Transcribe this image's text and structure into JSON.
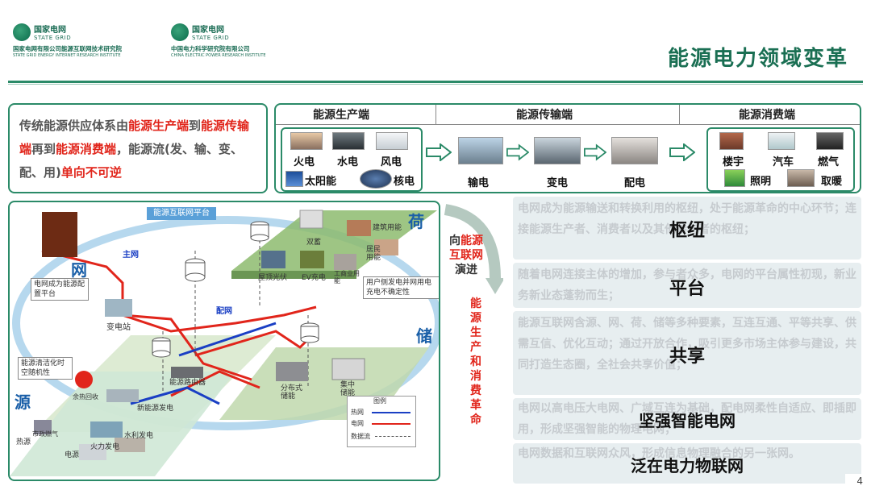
{
  "header": {
    "logo1": {
      "cn": "国家电网",
      "en": "STATE GRID",
      "sub": "国家电网有限公司能源互联网技术研究院",
      "sub_en": "STATE GRID ENERGY INTERNET RESEARCH INSTITUTE"
    },
    "logo2": {
      "cn": "国家电网",
      "en": "STATE GRID",
      "sub": "中国电力科学研究院有限公司",
      "sub_en": "CHINA ELECTRIC POWER RESEARCH INSTITUTE"
    },
    "title": "能源电力领域变革"
  },
  "intro": {
    "p1": "传统能源供应体系由",
    "p2": "能源生产端",
    "p3": "到",
    "p4": "能源传输端",
    "p5": "再到",
    "p6": "能源消费端",
    "p7": "，能源流(发、输、变、配、用)",
    "p8": "单向不可逆"
  },
  "chain": {
    "production": {
      "title": "能源生产端",
      "items": [
        "火电",
        "水电",
        "风电",
        "太阳能",
        "核电"
      ]
    },
    "transmission": {
      "title": "能源传输端",
      "items": [
        "输电",
        "变电",
        "配电"
      ]
    },
    "consumption": {
      "title": "能源消费端",
      "items": [
        "楼宇",
        "汽车",
        "燃气",
        "照明",
        "取暖"
      ]
    }
  },
  "diagram": {
    "platform": "能源互联网平台",
    "labels": {
      "main_grid": "主网",
      "grid": "网",
      "grid_note": "电网成为能源配置平台",
      "substation": "变电站",
      "dist_grid": "配网",
      "load": "荷",
      "dual_storage": "双蓄",
      "building": "建筑用能",
      "residential": "居民用能",
      "industrial": "工商业用能",
      "rooftop_pv": "屋顶光伏",
      "ev": "EV充电",
      "user_note": "用户侧发电并网用电充电不确定性",
      "storage": "储",
      "distributed_storage": "分布式储能",
      "central_storage": "集中储能",
      "router": "能源路由器",
      "source": "源",
      "source_note": "能源清洁化时空随机性",
      "waste": "余热回收",
      "new_energy": "新能源发电",
      "hydro": "水利发电",
      "thermal": "火力发电",
      "heat_source": "热源",
      "power_source": "电源",
      "city_gas": "市政燃气"
    },
    "legend": {
      "title": "图例",
      "heat": "热网",
      "power": "电网",
      "data": "数据流",
      "heat_color": "#1a3fc4",
      "power_color": "#e1251b"
    }
  },
  "middle": {
    "line1": "向",
    "line1b": "能源",
    "line2": "互联网",
    "line3": "演进",
    "vertical": [
      "能",
      "源",
      "生",
      "产",
      "和",
      "消",
      "费",
      "革",
      "命"
    ]
  },
  "panels": [
    {
      "text": "电网成为能源输送和转换利用的枢纽，处于能源革命的中心环节；连接能源生产者、消费者以及其他参与者的枢纽；",
      "key": "枢纽"
    },
    {
      "text": "随着电网连接主体的增加，参与者众多，电网的平台属性初现，新业务新业态蓬勃而生；",
      "key": "平台"
    },
    {
      "text": "能源互联网含源、网、荷、储等多种要素，互连互通、平等共享、供需互信、优化互动；通过开放合作，吸引更多市场主体参与建设，共同打造生态圈，全社会共享价值；",
      "key": "共享"
    },
    {
      "text": "电网以高电压大电网、广域互连为基础，配电网柔性自适应、即插即用，形成坚强智能的物理电网；",
      "key": "坚强智能电网"
    },
    {
      "text": "电网数据和互联网众风，形成信息物理融合的另一张网。",
      "key": "泛在电力物联网"
    }
  ],
  "page_number": "4",
  "colors": {
    "accent": "#2b8a68",
    "title": "#1a6f53",
    "highlight": "#e1251b",
    "panel_bg": "#e7eef0"
  }
}
